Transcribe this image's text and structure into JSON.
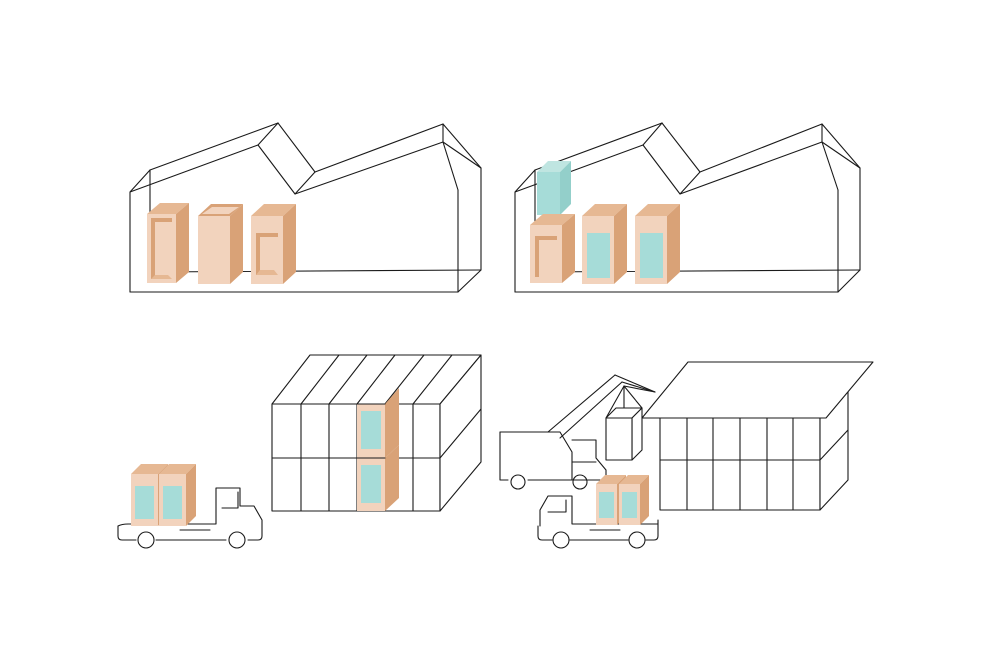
{
  "colors": {
    "background": "#ffffff",
    "line": "#1a1a1a",
    "module_front": "#f2d3bd",
    "module_side": "#d9a277",
    "module_inner": "#e6b893",
    "glazing": "#a6dcd8",
    "glazing_side": "#bfe5e1"
  },
  "panels": [
    {
      "name": "module-frames-in-factory"
    },
    {
      "name": "glazing-installed-in-factory"
    },
    {
      "name": "truck-delivery-and-stacking"
    },
    {
      "name": "crane-lifting-modules"
    }
  ]
}
